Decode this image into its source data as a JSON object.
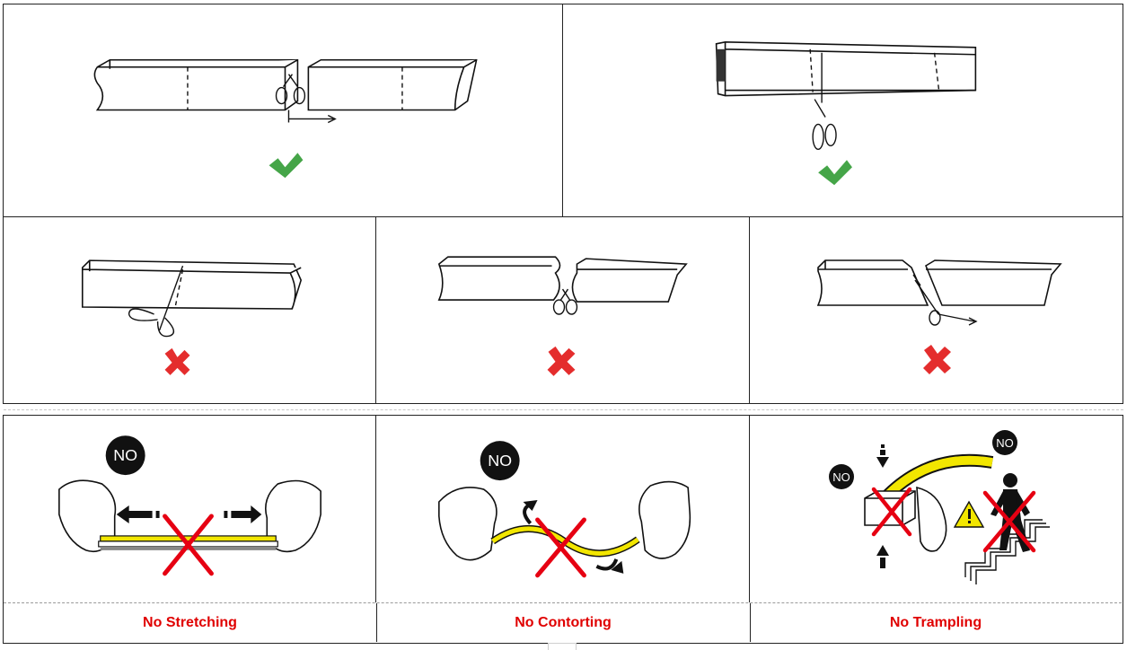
{
  "captions": {
    "stretching": "No Stretching",
    "contorting": "No Contorting",
    "trampling": "No Trampling"
  },
  "badges": {
    "no_label": "NO"
  },
  "colors": {
    "check": "#45a548",
    "cross": "#e42d2d",
    "warning_red": "#e60012",
    "caption_red": "#e00000",
    "strip_yellow": "#f2e600"
  },
  "icons": {
    "correct": "check-mark-icon",
    "wrong": "cross-mark-icon",
    "prohibited": "red-x-icon",
    "warning": "warning-triangle-icon"
  }
}
